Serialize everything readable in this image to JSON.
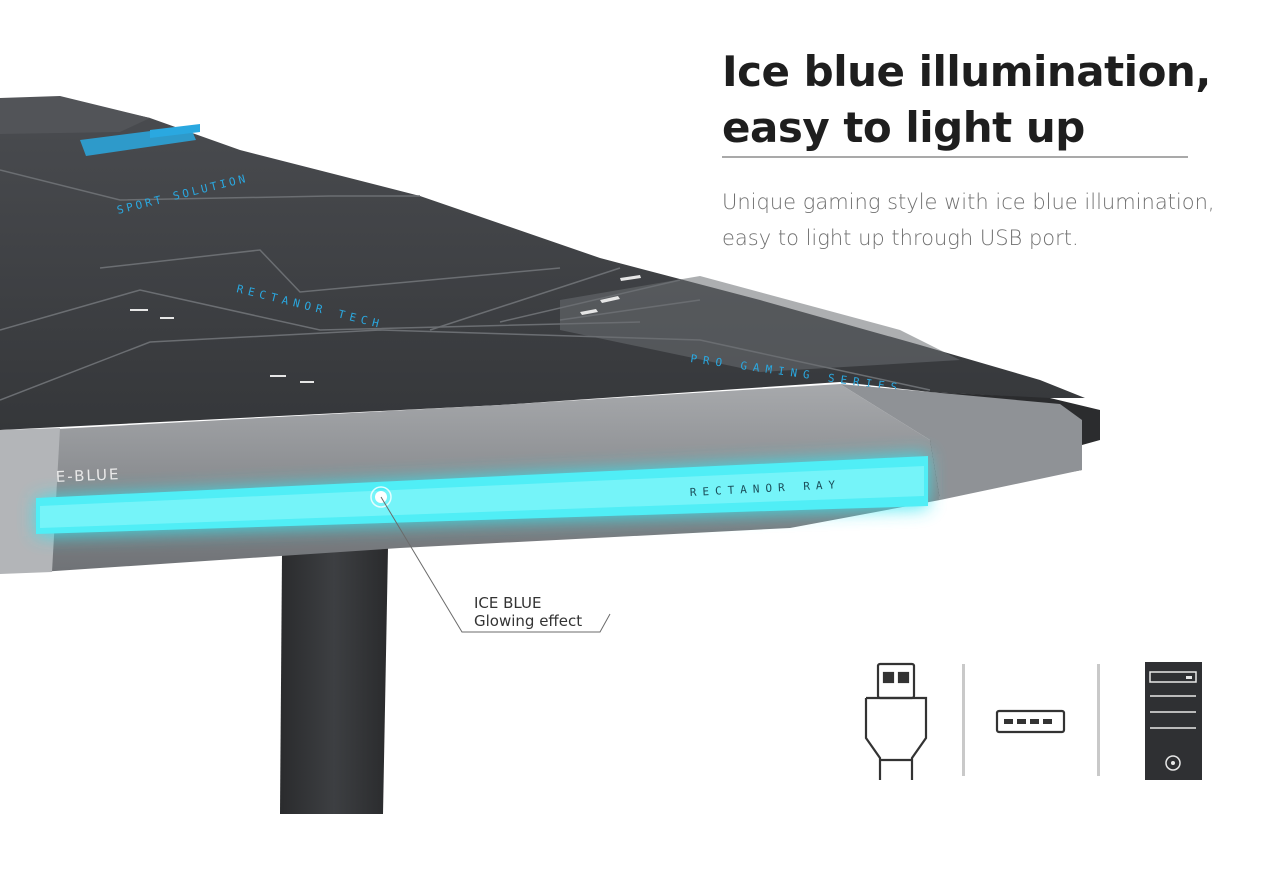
{
  "hero": {
    "headline_line1": "Ice blue illumination,",
    "headline_line2": "easy to light up",
    "subtitle_line1": "Unique gaming style with ice blue illumination,",
    "subtitle_line2": "easy to light up through USB port."
  },
  "desk": {
    "brand_label": "E-BLUE",
    "edge_label": "RECTANOR RAY",
    "surface_text_solution": "SPORT SOLUTION",
    "surface_text_brand": "RECTANOR TECH",
    "surface_text_series": "PRO GAMING SERIES"
  },
  "callout": {
    "line1": "ICE BLUE",
    "line2": "Glowing effect"
  },
  "connection_icons": [
    "usb-plug-icon",
    "usb-port-icon",
    "computer-tower-icon"
  ],
  "colors": {
    "glow": "#35e6f2",
    "accent_blue": "#2aa8e0",
    "desk_dark": "#3b3d40",
    "desk_frame": "#8a8d91"
  }
}
